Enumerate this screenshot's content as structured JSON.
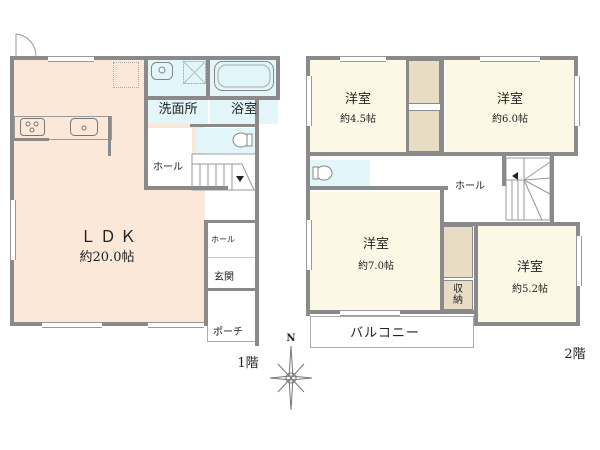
{
  "floor1": {
    "label": "1階",
    "rooms": {
      "ldk": {
        "name": "ＬＤＫ",
        "size": "約20.0帖"
      },
      "washroom": {
        "name": "洗面所"
      },
      "bath": {
        "name": "浴室"
      },
      "hall": {
        "name": "ホール"
      },
      "hall_small": {
        "name": "ホール"
      },
      "entrance": {
        "name": "玄関"
      },
      "porch": {
        "name": "ポーチ"
      }
    }
  },
  "floor2": {
    "label": "2階",
    "rooms": {
      "western_a": {
        "name": "洋室",
        "size": "約4.5帖"
      },
      "western_b": {
        "name": "洋室",
        "size": "約6.0帖"
      },
      "western_c": {
        "name": "洋室",
        "size": "約7.0帖"
      },
      "western_d": {
        "name": "洋室",
        "size": "約5.2帖"
      },
      "hall": {
        "name": "ホール"
      },
      "storage": {
        "name": "収\n納"
      },
      "balcony": {
        "name": "バルコニー"
      }
    }
  },
  "compass": {
    "north": "N"
  },
  "colors": {
    "ldk_fill": "#fbe8d8",
    "wet_fill": "#e2f5f8",
    "room_fill": "#fbf9e6",
    "closet_fill": "#e8dcc5",
    "wall": "#8a8a8a"
  }
}
